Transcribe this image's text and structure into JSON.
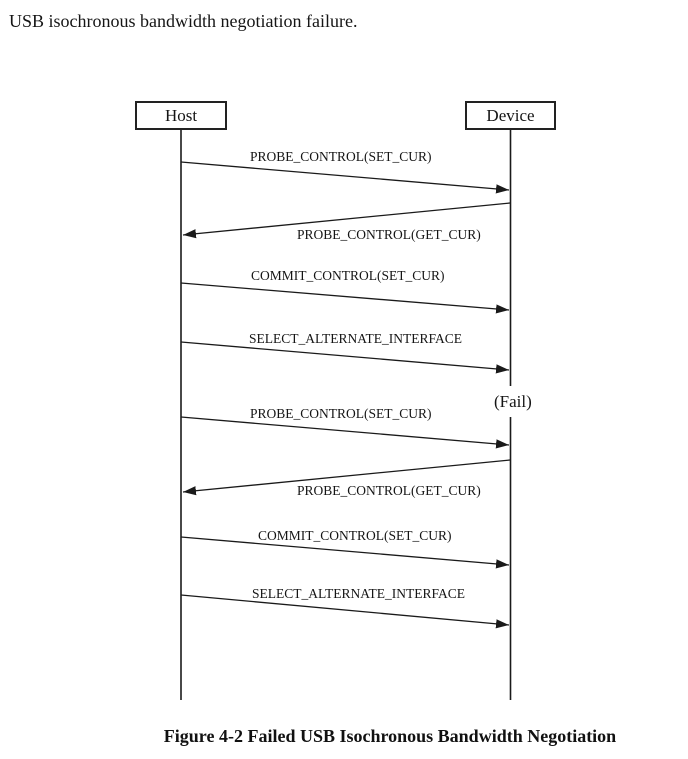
{
  "page": {
    "intro_text": "USB isochronous bandwidth negotiation failure.",
    "caption": "Figure 4-2 Failed USB Isochronous Bandwidth Negotiation"
  },
  "diagram": {
    "type": "sequence-diagram",
    "background": "#ffffff",
    "line_color": "#1a1a1a",
    "actors": [
      {
        "name": "Host"
      },
      {
        "name": "Device"
      }
    ],
    "fail_label": "(Fail)",
    "messages": [
      {
        "label": "PROBE_CONTROL(SET_CUR)",
        "from": "Host",
        "to": "Device"
      },
      {
        "label": "PROBE_CONTROL(GET_CUR)",
        "from": "Device",
        "to": "Host"
      },
      {
        "label": "COMMIT_CONTROL(SET_CUR)",
        "from": "Host",
        "to": "Device"
      },
      {
        "label": "SELECT_ALTERNATE_INTERFACE",
        "from": "Host",
        "to": "Device"
      },
      {
        "label": "PROBE_CONTROL(SET_CUR)",
        "from": "Host",
        "to": "Device",
        "result": "(Fail)"
      },
      {
        "label": "PROBE_CONTROL(GET_CUR)",
        "from": "Device",
        "to": "Host"
      },
      {
        "label": "COMMIT_CONTROL(SET_CUR)",
        "from": "Host",
        "to": "Device"
      },
      {
        "label": "SELECT_ALTERNATE_INTERFACE",
        "from": "Host",
        "to": "Device"
      }
    ]
  }
}
